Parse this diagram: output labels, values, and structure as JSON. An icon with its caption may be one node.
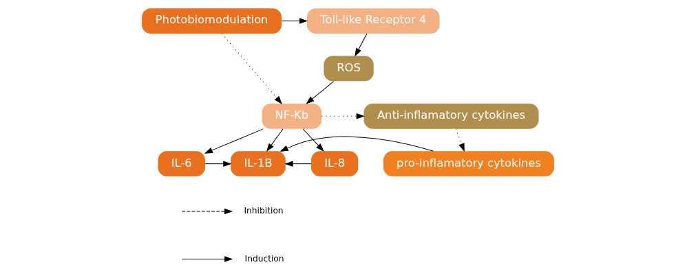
{
  "diagram": {
    "nodes": [
      {
        "text": [
          "Photobiomodulation"
        ]
      },
      {
        "text": [
          "Toll-like Receptor 4"
        ]
      },
      {
        "text": [
          "ROS"
        ]
      },
      {
        "text": [
          "NF-Kb"
        ]
      },
      {
        "text": [
          "Anti-inflamatory cytokines"
        ]
      },
      {
        "text": [
          "IL-6"
        ]
      },
      {
        "text": [
          "IL-1B"
        ]
      },
      {
        "text": [
          "IL-8"
        ]
      },
      {
        "text": [
          "pro-inflamatory cytokines"
        ]
      }
    ],
    "edges": [
      {
        "from": 0,
        "to": 1,
        "arrow": "to"
      },
      {
        "from": 1,
        "to": 2,
        "arrow": "to"
      },
      {
        "from": 2,
        "to": 3,
        "arrow": "to"
      },
      {
        "from": 0,
        "to": 3,
        "arrow": "to",
        "style": "dashed"
      },
      {
        "from": 3,
        "to": 4,
        "arrow": "to",
        "style": "dashed"
      },
      {
        "from": 3,
        "to": 5,
        "arrow": "to"
      },
      {
        "from": 3,
        "to": 6,
        "arrow": "to"
      },
      {
        "from": 3,
        "to": 7,
        "arrow": "to"
      },
      {
        "from": 4,
        "to": 8,
        "arrow": "to",
        "style": "dashed"
      },
      {
        "from": 5,
        "to": 6,
        "arrow": "to"
      },
      {
        "from": 7,
        "to": 6,
        "arrow": "to"
      },
      {
        "from": 8,
        "to": 6,
        "arrow": "to"
      }
    ],
    "legend": [
      {
        "text": "Inhibition"
      },
      {
        "text": "Induction"
      }
    ]
  }
}
